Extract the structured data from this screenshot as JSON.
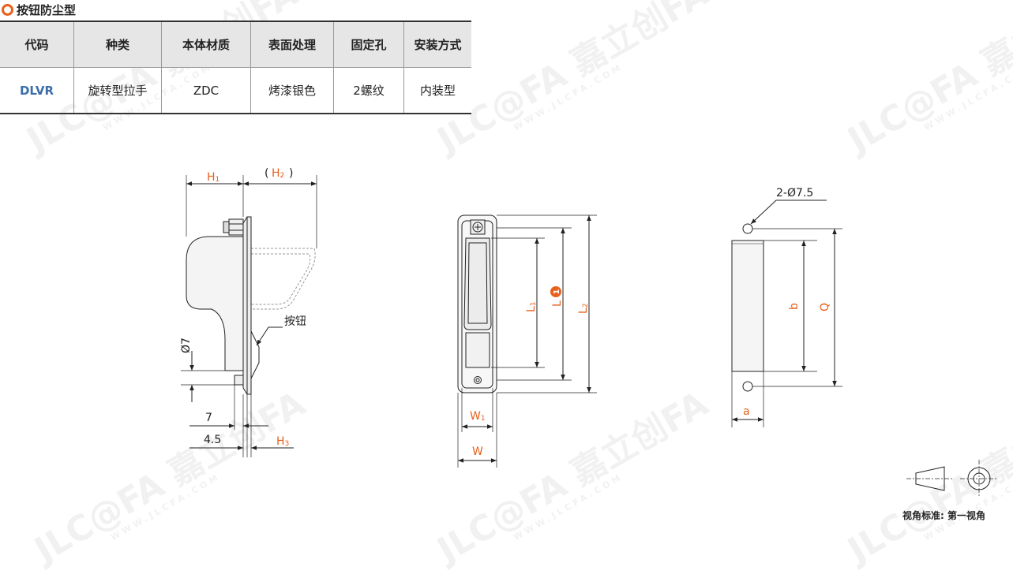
{
  "section": {
    "title": "按钮防尘型"
  },
  "table": {
    "headers": [
      "代码",
      "种类",
      "本体材质",
      "表面处理",
      "固定孔",
      "安装方式"
    ],
    "rows": [
      [
        "DLVR",
        "旋转型拉手",
        "ZDC",
        "烤漆银色",
        "2螺纹",
        "内装型"
      ]
    ]
  },
  "drawing": {
    "side_view": {
      "h1": "H",
      "h1_sub": "1",
      "h2_open": "(",
      "h2": "H",
      "h2_sub": "2",
      "h2_close": ")",
      "phi7": "Ø7",
      "button_label": "按钮",
      "dim_7": "7",
      "dim_4_5": "4.5",
      "h3": "H",
      "h3_sub": "3"
    },
    "front_view": {
      "l1": "L",
      "l1_sub": "1",
      "l": "L",
      "l_marker": "1",
      "l2": "L",
      "l2_sub": "2",
      "w1": "W",
      "w1_sub": "1",
      "w": "W"
    },
    "cutout_view": {
      "holes": "2-Ø7.5",
      "b": "b",
      "q": "Q",
      "a": "a"
    }
  },
  "watermark": {
    "text": "JLC@FA 嘉立创FA",
    "url": "WWW.JLCFA.COM"
  },
  "footer": {
    "projection": "视角标准: 第一视角"
  },
  "colors": {
    "accent": "#e8601c",
    "code_blue": "#3c6ea8",
    "header_bg": "#e6e6e6"
  }
}
